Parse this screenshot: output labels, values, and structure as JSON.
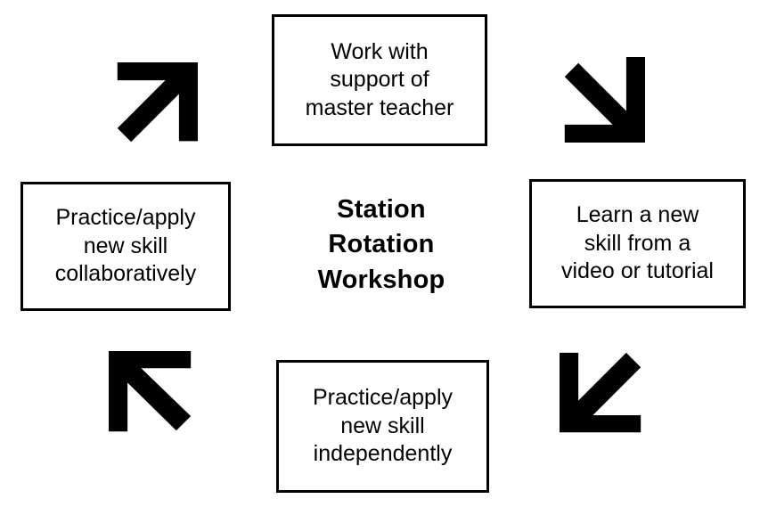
{
  "diagram": {
    "type": "cycle-diagram",
    "title": "Station Rotation Workshop",
    "center": {
      "name": "center-label",
      "text": "Station\nRotation\nWorkshop"
    },
    "nodes": [
      {
        "id": "top",
        "position": "top",
        "text": "Work with\nsupport of\nmaster teacher"
      },
      {
        "id": "right",
        "position": "right",
        "text": "Learn a new\nskill from a\nvideo or tutorial"
      },
      {
        "id": "bottom",
        "position": "bottom",
        "text": "Practice/apply\nnew skill\nindependently"
      },
      {
        "id": "left",
        "position": "left",
        "text": "Practice/apply\nnew skill\ncollaboratively"
      }
    ],
    "arrows": [
      {
        "id": "top-left-arrow",
        "icon": "arrow-up-right-icon",
        "direction": "up-right",
        "connects": "left box to top box"
      },
      {
        "id": "top-right-arrow",
        "icon": "arrow-down-right-icon",
        "direction": "down-right",
        "connects": "top box to right box"
      },
      {
        "id": "bottom-right-arrow",
        "icon": "arrow-down-left-icon",
        "direction": "down-left",
        "connects": "right box to bottom box"
      },
      {
        "id": "bottom-left-arrow",
        "icon": "arrow-up-left-icon",
        "direction": "up-left",
        "connects": "bottom box to left box"
      }
    ],
    "colors": {
      "background": "#ffffff",
      "stroke": "#000000",
      "text": "#000000",
      "arrow_fill": "#000000"
    }
  }
}
